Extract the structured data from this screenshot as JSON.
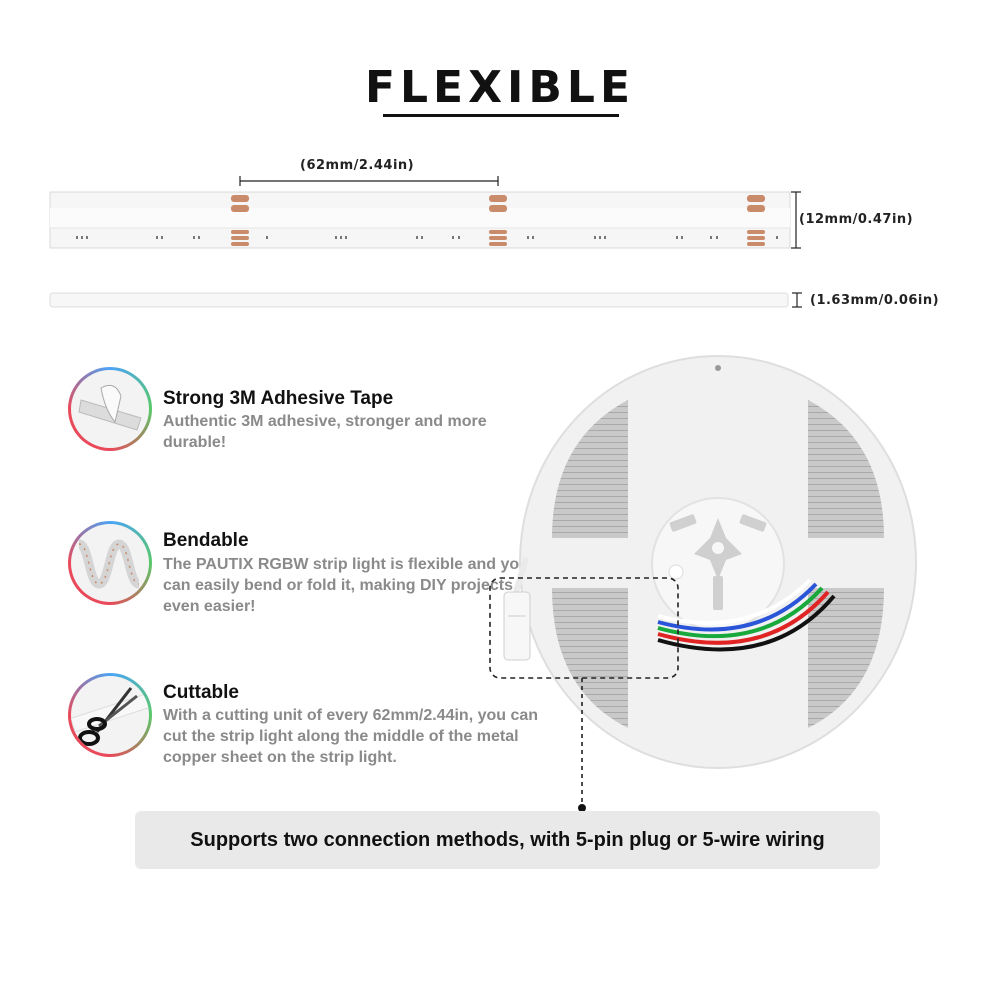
{
  "title": "FLEXIBLE",
  "dimensions": {
    "cut_length": "(62mm/2.44in)",
    "width": "(12mm/0.47in)",
    "thickness": "(1.63mm/0.06in)"
  },
  "features": [
    {
      "title": "Strong 3M Adhesive Tape",
      "description": "Authentic 3M adhesive, stronger and more durable!",
      "icon": "adhesive-tape-icon"
    },
    {
      "title": "Bendable",
      "description": "The PAUTIX RGBW strip light is flexible and you can easily bend or fold it, making DIY projects even easier!",
      "icon": "bendable-strip-icon"
    },
    {
      "title": "Cuttable",
      "description": "With a cutting unit of every 62mm/2.44in, you can cut the strip light along the middle of the metal copper sheet on the strip light.",
      "icon": "scissors-icon"
    }
  ],
  "banner": "Supports two connection methods, with 5-pin plug or 5-wire wiring",
  "colors": {
    "copper": "#c98b6a",
    "wire_colors": [
      "#ffffff",
      "#2a55d8",
      "#19a83c",
      "#e02323",
      "#111111"
    ],
    "icon_ring": [
      "#4aa3f5",
      "#59c96a",
      "#e94a5a"
    ]
  }
}
